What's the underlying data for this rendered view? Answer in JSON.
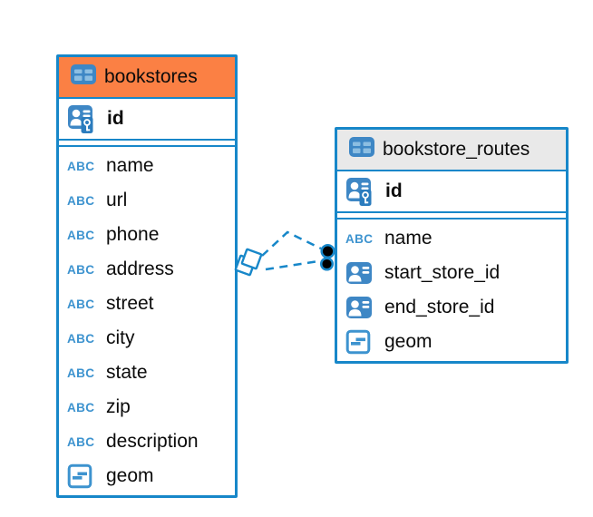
{
  "colors": {
    "table_border_blue": "#1787C9",
    "header_orange": "#FB8044",
    "header_gray": "#E9E9E9",
    "icon_fill_blue": "#3E87C5",
    "icon_cell_light_blue": "#8CBEE2",
    "key_badge_blue": "#2B7CBE",
    "type_icon_blue": "#3D93CF",
    "connector_blue": "#1787C9",
    "connector_dot_black": "#000000",
    "text_black": "#0B0B0B"
  },
  "icon_labels": {
    "text_type": "ABC"
  },
  "tables": [
    {
      "name": "bookstores",
      "header_style": "orange-highlighted",
      "primary_key": {
        "label": "id",
        "icon": "primary-key-icon"
      },
      "columns": [
        {
          "label": "name",
          "icon": "text-type-icon"
        },
        {
          "label": "url",
          "icon": "text-type-icon"
        },
        {
          "label": "phone",
          "icon": "text-type-icon"
        },
        {
          "label": "address",
          "icon": "text-type-icon"
        },
        {
          "label": "street",
          "icon": "text-type-icon"
        },
        {
          "label": "city",
          "icon": "text-type-icon"
        },
        {
          "label": "state",
          "icon": "text-type-icon"
        },
        {
          "label": "zip",
          "icon": "text-type-icon"
        },
        {
          "label": "description",
          "icon": "text-type-icon"
        },
        {
          "label": "geom",
          "icon": "geometry-type-icon"
        }
      ]
    },
    {
      "name": "bookstore_routes",
      "header_style": "gray",
      "primary_key": {
        "label": "id",
        "icon": "primary-key-icon"
      },
      "columns": [
        {
          "label": "name",
          "icon": "text-type-icon"
        },
        {
          "label": "start_store_id",
          "icon": "foreign-key-icon"
        },
        {
          "label": "end_store_id",
          "icon": "foreign-key-icon"
        },
        {
          "label": "geom",
          "icon": "geometry-type-icon"
        }
      ]
    }
  ],
  "relationships": [
    {
      "from": "bookstores",
      "to": "bookstore_routes",
      "line_style": "dashed",
      "start_marker": "diamond",
      "end_marker": "filled-dot"
    },
    {
      "from": "bookstores",
      "to": "bookstore_routes",
      "line_style": "dashed",
      "start_marker": "diamond",
      "end_marker": "filled-dot"
    }
  ]
}
